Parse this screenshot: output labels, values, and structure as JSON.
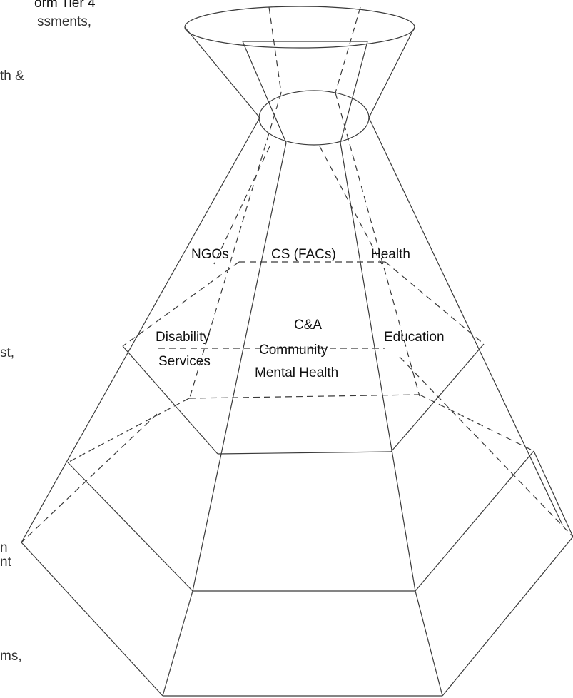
{
  "colors": {
    "stroke": "#3a3a3a",
    "text": "#111111",
    "margin_text": "#333333",
    "background": "#ffffff"
  },
  "margin_text": {
    "line1": "orm Tier 4",
    "line2": "ssments,",
    "line3": "th &",
    "line4": "st,",
    "line5": "n",
    "line6": "nt",
    "line7": "ms,"
  },
  "labels": {
    "ngos": "NGOs",
    "cs_facs": "CS (FACs)",
    "health": "Health",
    "disability_line1": "Disability",
    "disability_line2": "Services",
    "center_line1": "C&A",
    "center_line2": "Community",
    "center_line3": "Mental Health",
    "education": "Education"
  }
}
